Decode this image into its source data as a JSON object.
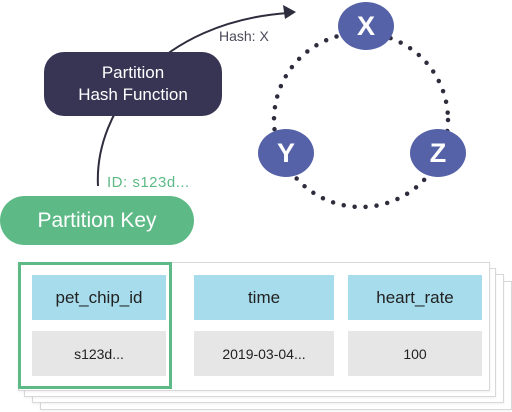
{
  "hash_function": {
    "line1": "Partition",
    "line2": "Hash Function"
  },
  "partition_key": {
    "label": "Partition Key",
    "id_label": "ID: s123d..."
  },
  "hash_label": "Hash: X",
  "nodes": {
    "x": "X",
    "y": "Y",
    "z": "Z"
  },
  "table": {
    "headers": [
      "pet_chip_id",
      "time",
      "heart_rate"
    ],
    "values": [
      "s123d...",
      "2019-03-04...",
      "100"
    ]
  },
  "colors": {
    "node": "#5562a8",
    "hash_function": "#383454",
    "partition_key": "#5dba86",
    "header_cell": "#a6dcec",
    "value_cell": "#e6e6e6"
  }
}
